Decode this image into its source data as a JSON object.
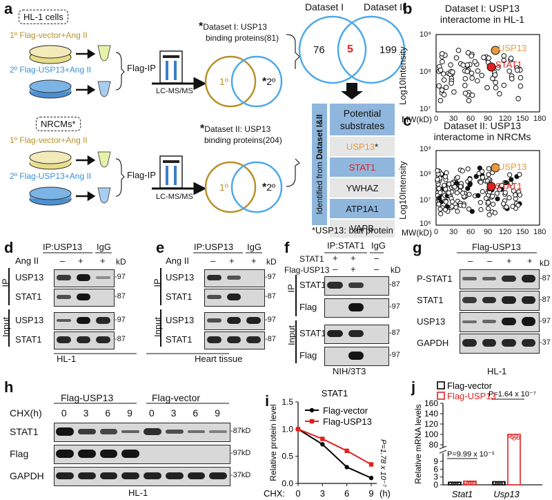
{
  "panel_labels": [
    "a",
    "b",
    "c",
    "d",
    "e",
    "f",
    "g",
    "h",
    "i",
    "j"
  ],
  "a": {
    "hl1_cells": "HL-1 cells",
    "nrcms": "NRCMs",
    "nrcms_star": "*",
    "cond1": "1º Flag-vector+Ang II",
    "cond2": "2º Flag-USP13+Ang II",
    "flag_ip": "Flag-IP",
    "lcms": "LC-MS/MS",
    "venn_left": "1º",
    "venn_right": "2º",
    "star": "*",
    "dataset1_line1": "Dataset I: USP13",
    "dataset1_line2": "binding proteins(81)",
    "dataset2_line1": "Dataset II: USP13",
    "dataset2_line2": "binding proteins(204)",
    "big_venn_left": "Dataset I",
    "big_venn_right": "Dataset II",
    "n_left": "76",
    "n_overlap": "5",
    "n_right": "199",
    "side_label_prefix": "Identified from ",
    "side_label_bold": "Dataset I&II",
    "potential_header": "Potential substrates",
    "substrates": [
      "USP13",
      "STAT1",
      "YWHAZ",
      "ATP1A1",
      "VAPB"
    ],
    "usp13_star": "*",
    "footnote": "*USP13: bait protein",
    "colors": {
      "gold": "#b8902a",
      "blue": "#4da9e8",
      "red": "#e02020",
      "orange": "#e89a3c",
      "table_blue": "#8fb6dc"
    }
  },
  "b": {
    "title_line1": "Dataset I: USP13",
    "title_line2": "interactome in HL-1",
    "ylabel": "Log10Intensity",
    "xlabel": "MW(kD)",
    "yticks": [
      "10⁹",
      "10⁸",
      "10⁷"
    ],
    "xticks": [
      "0",
      "30",
      "60",
      "90",
      "120",
      "150",
      "180"
    ],
    "hl_usp13": "USP13",
    "hl_stat1": "STAT1"
  },
  "c": {
    "title_line1": "Dataset II: USP13",
    "title_line2": "interactome in NRCMs",
    "ylabel": "Log10Intensity",
    "xlabel": "MW(kD)",
    "yticks": [
      "10⁹",
      "10⁸",
      "10⁷",
      "10⁶"
    ],
    "xticks": [
      "0",
      "30",
      "60",
      "90",
      "120",
      "150",
      "180"
    ],
    "hl_usp13": "USP13",
    "hl_stat1": "STAT1"
  },
  "d": {
    "ip_title": "IP:USP13",
    "igg": "IgG",
    "cond": "Ang II",
    "signs": [
      "–",
      "+",
      "+"
    ],
    "kd": "kD",
    "ip_side": "IP",
    "input_side": "Input",
    "rows": [
      {
        "label": "USP13",
        "kd": "97"
      },
      {
        "label": "STAT1",
        "kd": "87"
      },
      {
        "label": "USP13",
        "kd": "97"
      },
      {
        "label": "STAT1",
        "kd": "87"
      }
    ],
    "cell": "HL-1"
  },
  "e": {
    "ip_title": "IP:USP13",
    "igg": "IgG",
    "cond": "Ang II",
    "signs": [
      "–",
      "+",
      "+"
    ],
    "kd": "kD",
    "ip_side": "IP",
    "input_side": "Input",
    "rows": [
      {
        "label": "USP13",
        "kd": "97"
      },
      {
        "label": "STAT1",
        "kd": "87"
      },
      {
        "label": "USP13",
        "kd": "97"
      },
      {
        "label": "STAT1",
        "kd": "87"
      }
    ],
    "cell": "Heart tissue"
  },
  "f": {
    "ip_title": "IP:STAT1",
    "igg": "IgG",
    "cond1": "STAT1",
    "cond1_signs": [
      "+",
      "+",
      "–"
    ],
    "cond2": "Flag-USP13",
    "cond2_signs": [
      "–",
      "+",
      "–"
    ],
    "kd": "kD",
    "ip_side": "IP",
    "input_side": "Input",
    "rows": [
      {
        "label": "STAT1",
        "kd": "87"
      },
      {
        "label": "Flag",
        "kd": "97"
      },
      {
        "label": "STAT1",
        "kd": "87"
      },
      {
        "label": "Flag",
        "kd": "97"
      }
    ],
    "cell": "NIH/3T3"
  },
  "g": {
    "title": "Flag-USP13",
    "signs": [
      "–",
      "–",
      "+",
      "+"
    ],
    "kd": "kD",
    "rows": [
      {
        "label": "P-STAT1",
        "kd": "87"
      },
      {
        "label": "STAT1",
        "kd": "87"
      },
      {
        "label": "USP13",
        "kd": "97"
      },
      {
        "label": "GAPDH",
        "kd": "37"
      }
    ],
    "cell": "HL-1"
  },
  "h": {
    "group1": "Flag-USP13",
    "group2": "Flag-vector",
    "chx": "CHX(h)",
    "times": [
      "0",
      "3",
      "6",
      "9",
      "0",
      "3",
      "6",
      "9"
    ],
    "rows": [
      {
        "label": "STAT1",
        "kd": "87kD"
      },
      {
        "label": "Flag",
        "kd": "97kD"
      },
      {
        "label": "GAPDH",
        "kd": "37kD"
      }
    ],
    "cell": "HL-1"
  },
  "chart_data": [
    {
      "panel": "i",
      "type": "line",
      "title": "STAT1",
      "ylabel": "Relative protein level",
      "xlabel": "CHX:",
      "x_unit": "(h)",
      "x": [
        0,
        3,
        6,
        9
      ],
      "xticks": [
        "0",
        "3",
        "6",
        "9"
      ],
      "yticks": [
        "0.0",
        "0.5",
        "1.0",
        "1.5"
      ],
      "ylim": [
        0,
        1.5
      ],
      "series": [
        {
          "name": "Flag-vector",
          "color": "#000000",
          "values": [
            1.0,
            0.72,
            0.3,
            0.1
          ]
        },
        {
          "name": "Flag-USP13",
          "color": "#e02020",
          "values": [
            1.0,
            0.82,
            0.6,
            0.35
          ]
        }
      ],
      "annotation": "P=1.78 x 10⁻⁷"
    },
    {
      "panel": "j",
      "type": "bar",
      "ylabel": "Relative mRNA levels",
      "categories": [
        "Stat1",
        "Usp13"
      ],
      "yticks_upper": [
        "80",
        "100",
        "120",
        "140",
        "160"
      ],
      "yticks_lower": [
        "0",
        "3",
        "6",
        "9"
      ],
      "series": [
        {
          "name": "Flag-vector",
          "color": "#000000",
          "values": [
            1.0,
            1.2
          ]
        },
        {
          "name": "Flag-USP13",
          "color": "#e02020",
          "values": [
            1.4,
            100
          ]
        }
      ],
      "annotations": [
        "P=9.99 x 10⁻¹",
        "P=1.64 x 10⁻⁷"
      ]
    }
  ]
}
